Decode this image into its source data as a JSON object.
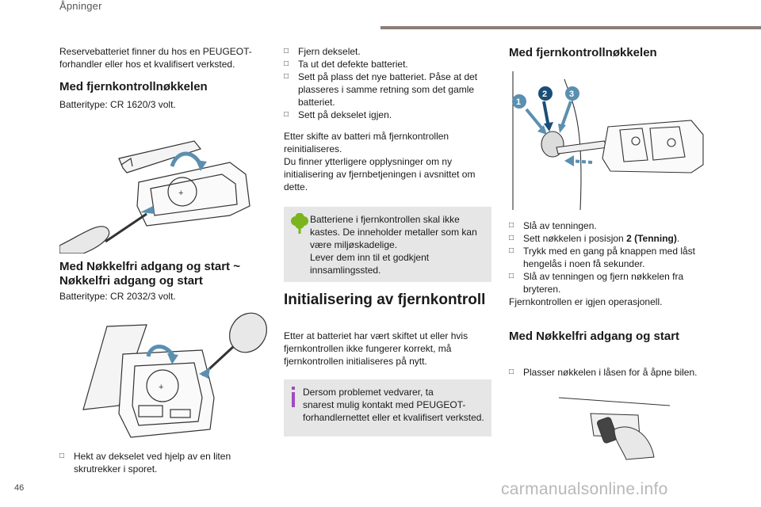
{
  "header": {
    "section_title": "Åpninger"
  },
  "col1": {
    "intro": [
      "Reservebatteriet finner du hos en PEUGEOT-",
      "forhandler eller hos et kvalifisert verksted."
    ],
    "remote_heading": "Med fjernkontrollnøkkelen",
    "remote_battery_type": "Batteritype: CR 1620/3 volt.",
    "keyless_heading": [
      "Med Nøkkelfri adgang og start ~",
      "Nøkkelfri adgang og start"
    ],
    "keyless_battery_type": "Batteritype: CR 2032/3 volt.",
    "step_bullet": [
      "Hekt av dekselet ved hjelp av en liten",
      "skrutrekker i sporet."
    ]
  },
  "col2": {
    "steps": [
      [
        "Fjern dekselet."
      ],
      [
        "Ta ut det defekte batteriet."
      ],
      [
        "Sett på plass det nye batteriet. Påse at det",
        "plasseres i samme retning som det gamle",
        "batteriet."
      ],
      [
        "Sett på dekselet igjen."
      ]
    ],
    "reinit_text": [
      "Etter skifte av batteri må fjernkontrollen",
      "reinitialiseres.",
      "Du finner ytterligere opplysninger om ny",
      "initialisering av fjernbetjeningen i avsnittet om",
      "dette."
    ],
    "eco_note": [
      "Batteriene i fjernkontrollen skal ikke",
      "kastes. De inneholder metaller som kan",
      "være miljøskadelige.",
      "Lever dem inn til et godkjent",
      "innsamlingssted."
    ],
    "init_heading": "Initialisering av fjernkontroll",
    "init_text": [
      "Etter at batteriet har vært skiftet ut eller hvis",
      "fjernkontrollen ikke fungerer korrekt, må",
      "fjernkontrollen initialiseres på nytt."
    ],
    "info_note": [
      "Dersom problemet vedvarer, ta",
      "snarest mulig kontakt med PEUGEOT-",
      "forhandlernettet eller et kvalifisert verksted."
    ]
  },
  "col3": {
    "remote_heading": "Med fjernkontrollnøkkelen",
    "badges": [
      "1",
      "2",
      "3"
    ],
    "steps": [
      {
        "lines": [
          "Slå av tenningen."
        ]
      },
      {
        "prefix": "Sett nøkkelen i posisjon ",
        "bold": "2 (Tenning)",
        "suffix": "."
      },
      {
        "lines": [
          "Trykk med en gang på knappen med låst",
          "hengelås i noen få sekunder."
        ]
      },
      {
        "lines": [
          "Slå av tenningen og fjern nøkkelen fra",
          "bryteren."
        ]
      }
    ],
    "result": "Fjernkontrollen er igjen operasjonell.",
    "keyless_heading": "Med Nøkkelfri adgang og start",
    "keyless_step": "Plasser nøkkelen i låsen for å åpne bilen."
  },
  "footer": {
    "page_number": "46",
    "watermark": "carmanualsonline.info"
  },
  "colors": {
    "accent_blue": "#5b8fb0",
    "box_gray": "#e6e6e6",
    "eco_green": "#7ab51d",
    "info_violet": "#a04ac0",
    "header_bar": "#8a7e78"
  }
}
